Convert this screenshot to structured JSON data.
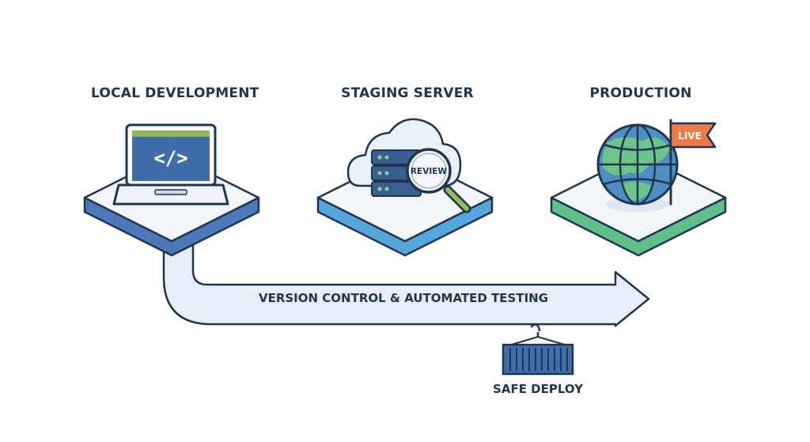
{
  "stages": [
    {
      "title": "LOCAL DEVELOPMENT",
      "icon": "laptop-icon",
      "code": "</>"
    },
    {
      "title": "STAGING SERVER",
      "icon": "cloud-server-icon",
      "badge": "REVIEW"
    },
    {
      "title": "PRODUCTION",
      "icon": "globe-icon",
      "flag": "LIVE"
    }
  ],
  "pipeline": {
    "label": "VERSION CONTROL & AUTOMATED TESTING"
  },
  "deploy": {
    "label": "SAFE DEPLOY",
    "icon": "shipping-container-icon"
  },
  "colors": {
    "ink": "#1f3550",
    "local": "#4a78b8",
    "staging": "#56a7db",
    "production": "#5fbf86",
    "arrow_fill": "#e7eef7",
    "flag": "#ef7a45"
  }
}
